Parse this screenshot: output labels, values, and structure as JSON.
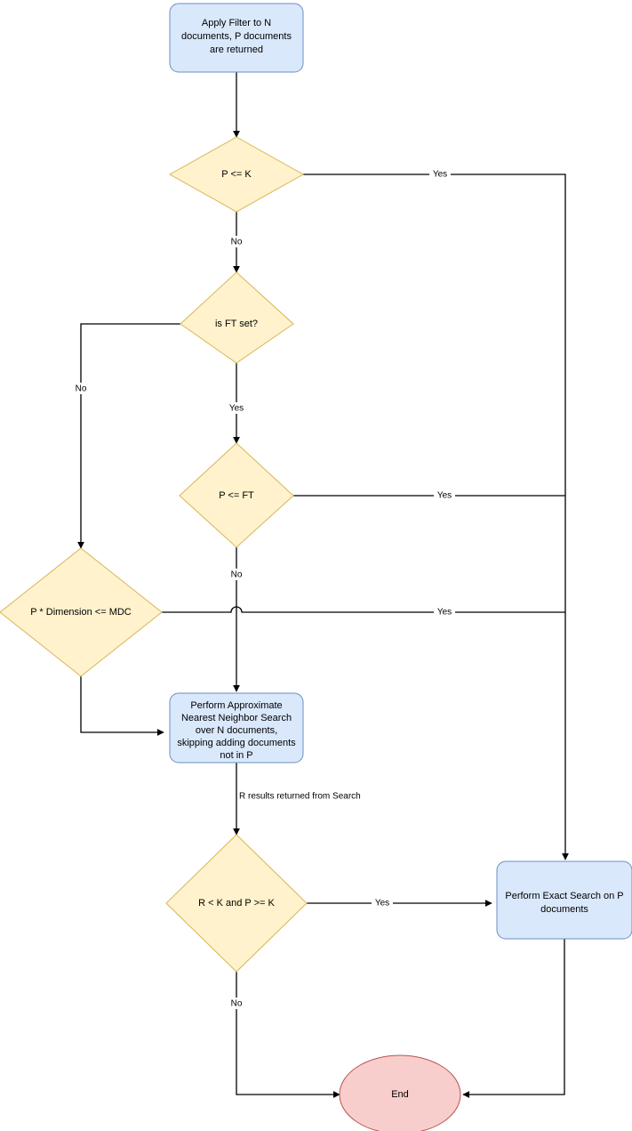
{
  "diagram": {
    "title": "Vector Search Filtering Strategy Flowchart",
    "colors": {
      "process_fill": "#dae8fc",
      "process_stroke": "#6c8ebf",
      "decision_fill": "#fff2cc",
      "decision_stroke": "#d6b656",
      "terminator_fill": "#f8cecc",
      "terminator_stroke": "#b85450",
      "edge_stroke": "#000000",
      "background": "#ffffff"
    },
    "nodes": [
      {
        "id": "apply-filter",
        "type": "process",
        "lines": [
          "Apply Filter to N",
          "documents, P documents",
          "are returned"
        ]
      },
      {
        "id": "p-le-k",
        "type": "decision",
        "lines": [
          "P <= K"
        ]
      },
      {
        "id": "is-ft-set",
        "type": "decision",
        "lines": [
          "is FT set?"
        ]
      },
      {
        "id": "p-le-ft",
        "type": "decision",
        "lines": [
          "P <= FT"
        ]
      },
      {
        "id": "p-dimension-mdc",
        "type": "decision",
        "lines": [
          "P * Dimension <= MDC"
        ]
      },
      {
        "id": "approximate-search",
        "type": "process",
        "lines": [
          "Perform Approximate",
          "Nearest Neighbor Search",
          "over N documents,",
          "skipping adding documents",
          "not in P"
        ]
      },
      {
        "id": "r-lt-k-and-p-ge-k",
        "type": "decision",
        "lines": [
          "R < K and P >= K"
        ]
      },
      {
        "id": "exact-search",
        "type": "process",
        "lines": [
          "Perform Exact Search on P",
          "documents"
        ]
      },
      {
        "id": "end",
        "type": "terminator",
        "lines": [
          "End"
        ]
      }
    ],
    "edges": [
      {
        "id": "e-apply-to-plek",
        "from": "apply-filter",
        "to": "p-le-k",
        "label": ""
      },
      {
        "id": "e-plek-yes",
        "from": "p-le-k",
        "to": "exact-search",
        "label": "Yes"
      },
      {
        "id": "e-plek-no",
        "from": "p-le-k",
        "to": "is-ft-set",
        "label": "No"
      },
      {
        "id": "e-isftset-no",
        "from": "is-ft-set",
        "to": "p-dimension-mdc",
        "label": "No"
      },
      {
        "id": "e-isftset-yes",
        "from": "is-ft-set",
        "to": "p-le-ft",
        "label": "Yes"
      },
      {
        "id": "e-pleft-yes",
        "from": "p-le-ft",
        "to": "exact-search",
        "label": "Yes"
      },
      {
        "id": "e-pleft-no",
        "from": "p-le-ft",
        "to": "approximate-search",
        "label": "No"
      },
      {
        "id": "e-mdc-yes",
        "from": "p-dimension-mdc",
        "to": "exact-search",
        "label": "Yes"
      },
      {
        "id": "e-mdc-no",
        "from": "p-dimension-mdc",
        "to": "approximate-search",
        "label": ""
      },
      {
        "id": "e-ann-to-decision",
        "from": "approximate-search",
        "to": "r-lt-k-and-p-ge-k",
        "label": "R results returned from Search"
      },
      {
        "id": "e-rk-yes",
        "from": "r-lt-k-and-p-ge-k",
        "to": "exact-search",
        "label": "Yes"
      },
      {
        "id": "e-rk-no",
        "from": "r-lt-k-and-p-ge-k",
        "to": "end",
        "label": "No"
      },
      {
        "id": "e-exact-to-end",
        "from": "exact-search",
        "to": "end",
        "label": ""
      }
    ],
    "labels": {
      "apply_filter_l1": "Apply Filter to N",
      "apply_filter_l2": "documents, P documents",
      "apply_filter_l3": "are returned",
      "p_le_k": "P <= K",
      "is_ft_set": "is FT set?",
      "p_le_ft": "P <= FT",
      "p_dimension_mdc": "P * Dimension <= MDC",
      "ann_l1": "Perform Approximate",
      "ann_l2": "Nearest Neighbor Search",
      "ann_l3": "over N documents,",
      "ann_l4": "skipping adding documents",
      "ann_l5": "not in P",
      "r_lt_k": "R < K and P >= K",
      "exact_l1": "Perform Exact Search on P",
      "exact_l2": "documents",
      "end": "End",
      "yes": "Yes",
      "no": "No",
      "r_results": "R results returned from Search"
    }
  }
}
